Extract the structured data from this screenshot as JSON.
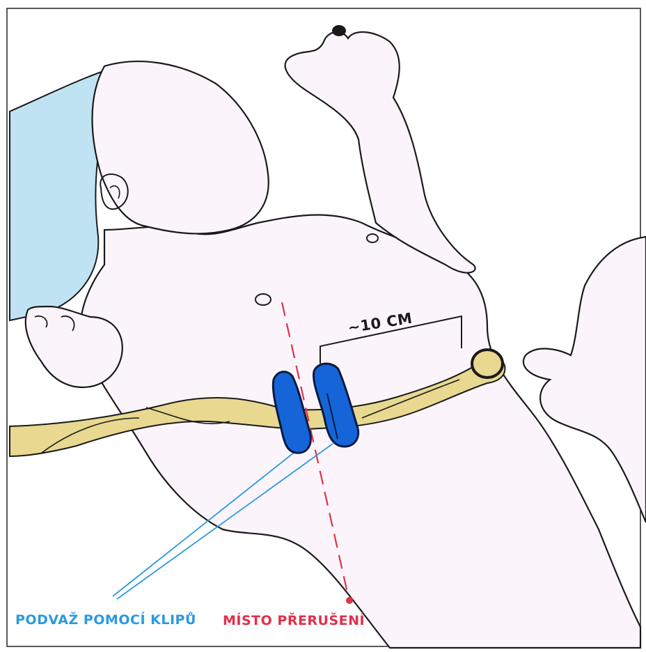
{
  "labels": {
    "distance": "~10 CM",
    "clamps": "PODVAŽ POMOCÍ KLIPŮ",
    "cut_site": "MÍSTO PŘERUŠENÍ"
  },
  "colors": {
    "outline": "#1a1a1a",
    "skin": "#fbf5fb",
    "blanket": "#bfe3f2",
    "cord": "#e8d890",
    "clamp": "#1565d8",
    "clamp_pointer": "#2b9ae0",
    "cut_line": "#e0304a"
  }
}
